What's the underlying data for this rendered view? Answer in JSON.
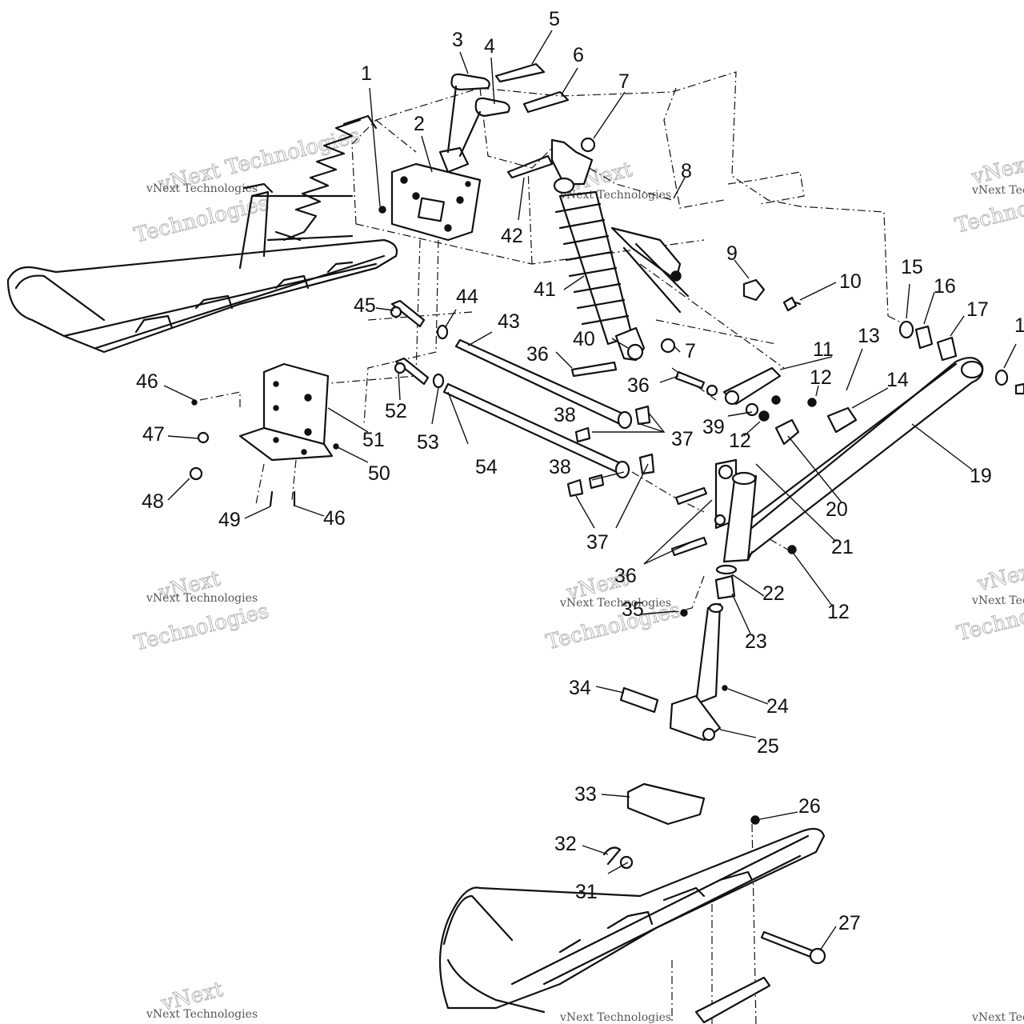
{
  "diagram": {
    "watermark_big": "vNext Technologies",
    "watermark_small": "vNext Technologies",
    "parts": [
      "1",
      "2",
      "3",
      "4",
      "5",
      "6",
      "7",
      "8",
      "9",
      "10",
      "11",
      "12",
      "13",
      "14",
      "15",
      "16",
      "17",
      "1",
      "19",
      "20",
      "21",
      "22",
      "23",
      "24",
      "25",
      "26",
      "27",
      "31",
      "32",
      "33",
      "34",
      "35",
      "36",
      "37",
      "38",
      "39",
      "40",
      "41",
      "42",
      "43",
      "44",
      "45",
      "46",
      "47",
      "48",
      "49",
      "50",
      "51",
      "52",
      "53",
      "54"
    ],
    "labels": {
      "p1": "1",
      "p2": "2",
      "p3": "3",
      "p4": "4",
      "p5": "5",
      "p6": "6",
      "p7a": "7",
      "p7b": "7",
      "p8": "8",
      "p9": "9",
      "p10": "10",
      "p11": "11",
      "p12a": "12",
      "p12b": "12",
      "p12c": "12",
      "p13": "13",
      "p14": "14",
      "p15": "15",
      "p16": "16",
      "p17": "17",
      "p18": "1",
      "p19": "19",
      "p20": "20",
      "p21": "21",
      "p22": "22",
      "p23": "23",
      "p24": "24",
      "p25": "25",
      "p26": "26",
      "p27": "27",
      "p31": "31",
      "p32": "32",
      "p33": "33",
      "p34": "34",
      "p35": "35",
      "p36a": "36",
      "p36b": "36",
      "p36c": "36",
      "p37a": "37",
      "p37b": "37",
      "p38a": "38",
      "p38b": "38",
      "p39": "39",
      "p40": "40",
      "p41": "41",
      "p42": "42",
      "p43": "43",
      "p44": "44",
      "p45": "45",
      "p46a": "46",
      "p46b": "46",
      "p47": "47",
      "p48": "48",
      "p49": "49",
      "p50": "50",
      "p51": "51",
      "p52": "52",
      "p53": "53",
      "p54": "54"
    }
  }
}
